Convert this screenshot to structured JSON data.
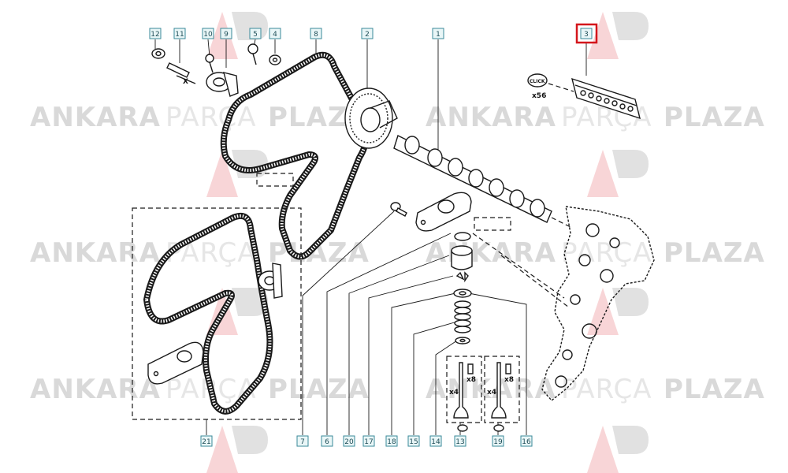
{
  "watermark": {
    "word1": "ANKARA",
    "word2": "PARÇA",
    "word3": "PLAZA"
  },
  "callouts": [
    {
      "id": "c12",
      "label": "12"
    },
    {
      "id": "c11",
      "label": "11"
    },
    {
      "id": "c10",
      "label": "10"
    },
    {
      "id": "c9",
      "label": "9"
    },
    {
      "id": "c5",
      "label": "5"
    },
    {
      "id": "c4",
      "label": "4"
    },
    {
      "id": "c8",
      "label": "8"
    },
    {
      "id": "c2",
      "label": "2"
    },
    {
      "id": "c1",
      "label": "1"
    },
    {
      "id": "c3",
      "label": "3"
    },
    {
      "id": "c21",
      "label": "21"
    },
    {
      "id": "c7",
      "label": "7"
    },
    {
      "id": "c6",
      "label": "6"
    },
    {
      "id": "c20",
      "label": "20"
    },
    {
      "id": "c17",
      "label": "17"
    },
    {
      "id": "c18",
      "label": "18"
    },
    {
      "id": "c15",
      "label": "15"
    },
    {
      "id": "c14",
      "label": "14"
    },
    {
      "id": "c13",
      "label": "13"
    },
    {
      "id": "c19",
      "label": "19"
    },
    {
      "id": "c16",
      "label": "16"
    }
  ],
  "quantities": {
    "clips": "x56",
    "valve_left": "x4",
    "keeper_left": "x8",
    "valve_right": "x4",
    "keeper_right": "x8"
  },
  "labels": {
    "clip_text": "CLICK",
    "dim_x": "X"
  },
  "highlight": {
    "target": "3",
    "color": "#d4161c"
  }
}
